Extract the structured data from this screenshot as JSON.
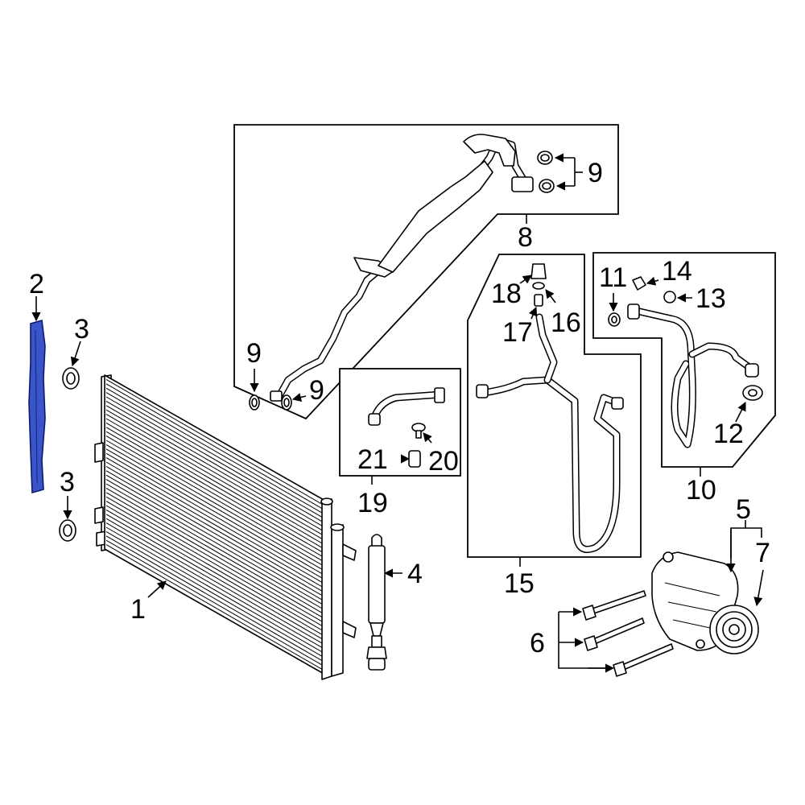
{
  "highlight_color": "#3a55c8",
  "callouts": {
    "c1": "1",
    "c2": "2",
    "c3a": "3",
    "c3b": "3",
    "c4": "4",
    "c5": "5",
    "c6": "6",
    "c7": "7",
    "c8": "8",
    "c9a": "9",
    "c9b": "9",
    "c9c": "9",
    "c10": "10",
    "c11": "11",
    "c12": "12",
    "c13": "13",
    "c14": "14",
    "c15": "15",
    "c16": "16",
    "c17": "17",
    "c18": "18",
    "c19": "19",
    "c20": "20",
    "c21": "21"
  }
}
